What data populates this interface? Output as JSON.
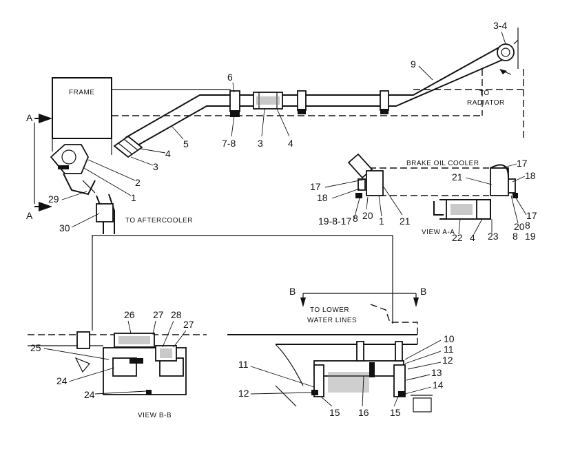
{
  "text": {
    "frame": "FRAME",
    "to_radiator_1": "TO",
    "to_radiator_2": "RADIATOR",
    "to_aftercooler": "TO AFTERCOOLER",
    "brake_oil_cooler": "BRAKE  OIL  COOLER",
    "view_aa": "VIEW  A-A",
    "view_bb": "VIEW  B-B",
    "to_lower_1": "TO LOWER",
    "to_lower_2": "WATER LINES",
    "section_a": "A",
    "section_b": "B"
  },
  "callouts": {
    "main": [
      "3-4",
      "9",
      "6",
      "7-8",
      "3",
      "4",
      "5",
      "4",
      "3",
      "2",
      "1",
      "29",
      "30"
    ],
    "view_aa": [
      "17",
      "21",
      "17",
      "18",
      "19-8-17",
      "8",
      "20",
      "1",
      "21",
      "18",
      "17",
      "8",
      "20",
      "8",
      "19",
      "22",
      "4",
      "23"
    ],
    "view_bb": [
      "26",
      "27",
      "28",
      "27",
      "25",
      "24",
      "24"
    ],
    "lower": [
      "10",
      "11",
      "12",
      "13",
      "14",
      "11",
      "12",
      "15",
      "16",
      "15"
    ]
  }
}
